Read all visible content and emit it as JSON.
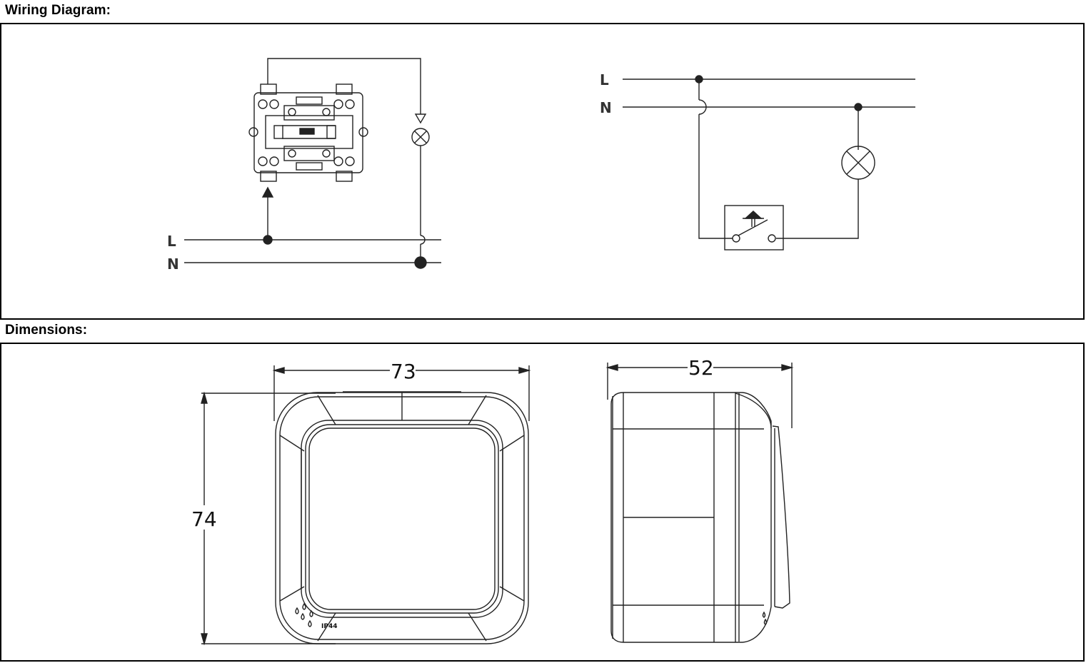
{
  "sections": {
    "wiring_title": "Wiring Diagram:",
    "dimensions_title": "Dimensions:"
  },
  "wiring": {
    "left": {
      "line_label": "L",
      "neutral_label": "N"
    },
    "right": {
      "line_label": "L",
      "neutral_label": "N"
    }
  },
  "dimensions": {
    "width": "73",
    "height": "74",
    "depth": "52",
    "rating": "IP44"
  }
}
